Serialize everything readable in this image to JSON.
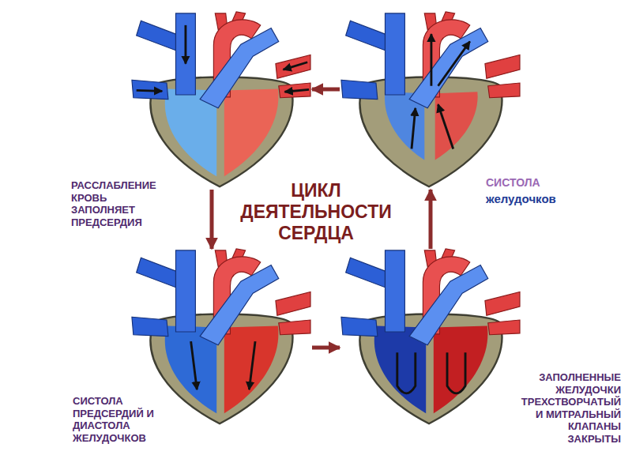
{
  "diagram": {
    "title": "ЦИКЛ ДЕЯТЕЛЬНОСТИ СЕРДЦА",
    "nodes": [
      {
        "text": [
          "РАССЛАБЛЕНИЕ КРОВЬ ЗАПОЛНЯЕТ ПРЕДСЕРДИЯ"
        ]
      },
      {
        "text": [
          "СИСТОЛА",
          "желудочков"
        ]
      },
      {
        "text": [
          "СИСТОЛА ПРЕДСЕРДИЙ И ДИАСТОЛА ЖЕЛУДОЧКОВ"
        ]
      },
      {
        "text": [
          "ЗАПОЛНЕННЫЕ ЖЕЛУДОЧКИ ТРЕХСТВОРЧАТЫЙ И МИТРАЛЬНЫЙ КЛАПАНЫ ЗАКРЫТЫ"
        ]
      }
    ],
    "edges": [
      {
        "from": 1,
        "to": 0,
        "arrow": "to"
      },
      {
        "from": 0,
        "to": 2,
        "arrow": "to"
      },
      {
        "from": 2,
        "to": 3,
        "arrow": "to"
      },
      {
        "from": 3,
        "to": 1,
        "arrow": "to"
      }
    ]
  }
}
